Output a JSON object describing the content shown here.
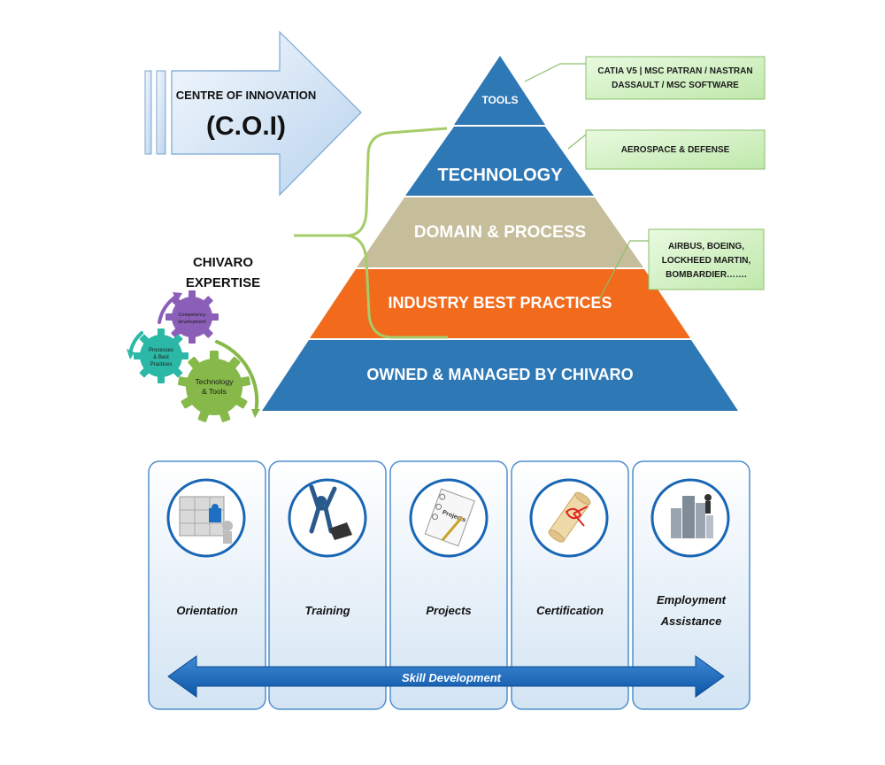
{
  "coi": {
    "line1": "CENTRE OF INNOVATION",
    "line2": "(C.O.I)"
  },
  "expertise": {
    "line1": "CHIVARO",
    "line2": "EXPERTISE",
    "gears": [
      {
        "lines": [
          "Competency",
          "development"
        ],
        "color": "#8b5fb8"
      },
      {
        "lines": [
          "Processes",
          "& Best",
          "Practices"
        ],
        "color": "#2bb8a6"
      },
      {
        "lines": [
          "Technology",
          "& Tools"
        ],
        "color": "#86b84a"
      }
    ]
  },
  "pyramid": {
    "tiers": [
      {
        "label": "TOOLS",
        "color": "#2e78b6"
      },
      {
        "label": "TECHNOLOGY",
        "color": "#2e78b6"
      },
      {
        "label": "DOMAIN & PROCESS",
        "color": "#c6bd9b"
      },
      {
        "label": "INDUSTRY BEST PRACTICES",
        "color": "#f26a1b"
      },
      {
        "label": "OWNED & MANAGED BY CHIVARO",
        "color": "#2e78b6"
      }
    ]
  },
  "notes": {
    "tools": {
      "lines": [
        "CATIA V5 | MSC PATRAN / NASTRAN",
        "DASSAULT / MSC SOFTWARE"
      ]
    },
    "technology": {
      "lines": [
        "AEROSPACE & DEFENSE"
      ]
    },
    "industry": {
      "lines": [
        "AIRBUS, BOEING,",
        "LOCKHEED MARTIN,",
        "BOMBARDIER……."
      ]
    }
  },
  "stages": [
    {
      "label": "Orientation",
      "icon": "puzzle-icon"
    },
    {
      "label": "Training",
      "icon": "person-laptop-icon"
    },
    {
      "label": "Projects",
      "icon": "projects-notebook-icon"
    },
    {
      "label": "Certification",
      "icon": "certificate-scroll-icon"
    },
    {
      "label": "Employment Assistance",
      "label_lines": [
        "Employment",
        "Assistance"
      ],
      "icon": "city-buildings-icon"
    }
  ],
  "skill": {
    "label": "Skill  Development"
  },
  "colors": {
    "blue": "#2e78b6",
    "orange": "#f26a1b",
    "beige": "#c6bd9b",
    "note_green": "#d4f2c4",
    "panel": "#dce9f4",
    "panel_border": "#4f8fce"
  }
}
